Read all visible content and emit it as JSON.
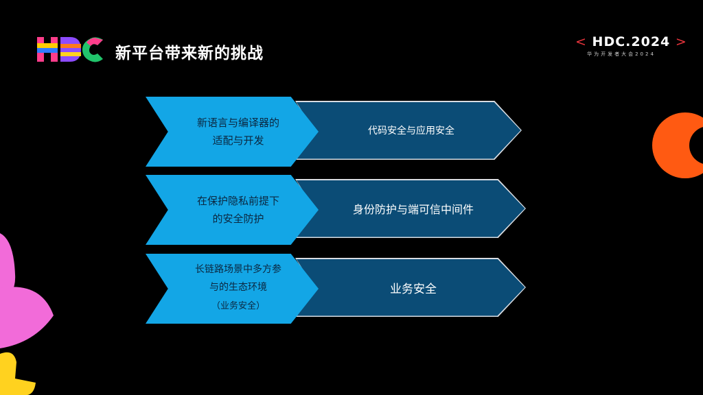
{
  "header": {
    "logo_icon": "hdc-logo",
    "title": "新平台带来新的挑战",
    "brand": {
      "bracket_left": "<",
      "name": "HDC.2024",
      "bracket_right": ">",
      "subtitle": "华为开发者大会2024"
    }
  },
  "rows": [
    {
      "challenge_lines": [
        "新语言与编译器的",
        "适配与开发"
      ],
      "challenge_note": "",
      "result": "代码安全与应用安全"
    },
    {
      "challenge_lines": [
        "在保护隐私前提下",
        "的安全防护"
      ],
      "challenge_note": "",
      "result": "身份防护与端可信中间件"
    },
    {
      "challenge_lines": [
        "长链路场景中多方参",
        "与的生态环境"
      ],
      "challenge_note": "（业务安全）",
      "result": "业务安全"
    }
  ],
  "colors": {
    "background": "#000000",
    "chevron_light": "#13a6e6",
    "chevron_dark": "#0b4c76",
    "accent_red": "#e8343c",
    "deco_orange": "#ff5a12",
    "deco_pink": "#f26bd9",
    "deco_yellow": "#ffd21f"
  }
}
